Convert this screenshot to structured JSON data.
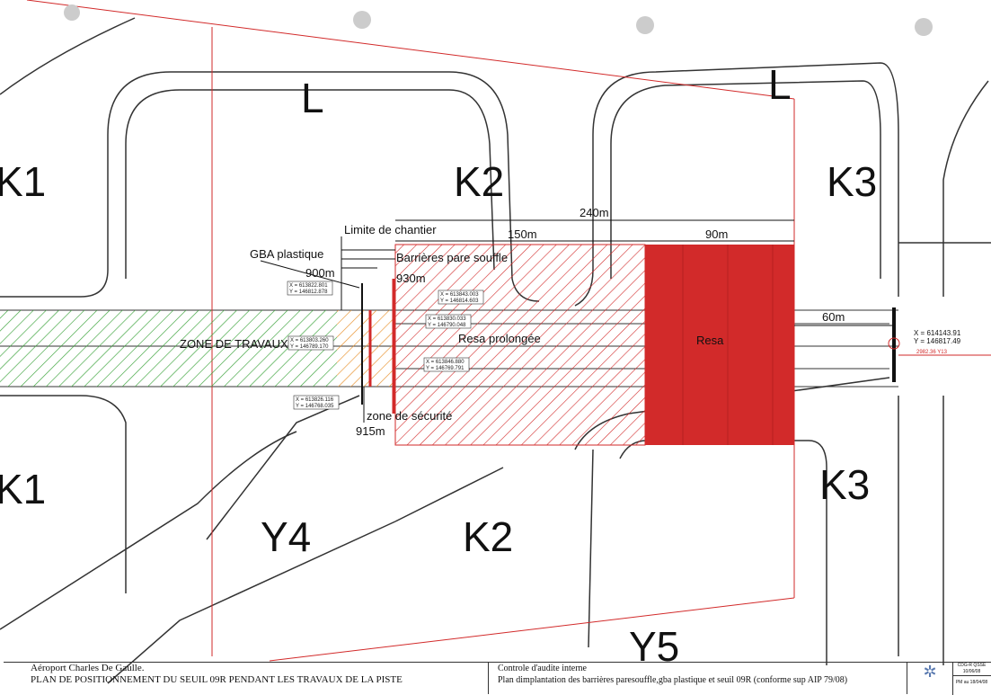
{
  "zones": {
    "top_left": "L",
    "top_right": "L",
    "k1_top": "K1",
    "k2_top": "K2",
    "k3_top": "K3",
    "k1_bottom": "K1",
    "y4": "Y4",
    "k2_bottom": "K2",
    "k3_bottom": "K3",
    "y5": "Y5"
  },
  "labels": {
    "dist_240": "240m",
    "dist_150": "150m",
    "dist_90": "90m",
    "dist_60": "60m",
    "dist_900": "900m",
    "dist_930": "930m",
    "dist_915": "915m",
    "limite": "Limite de chantier",
    "gba": "GBA plastique",
    "barrieres": "Barrières pare souffle",
    "zone_travaux": "ZONE DE TRAVAUX",
    "resa_prolongee": "Resa prolongée",
    "resa": "Resa",
    "zone_securite": "zone de sécurité"
  },
  "coordinates": [
    {
      "x": "X = 613822.801",
      "y": "Y = 146812.878"
    },
    {
      "x": "X = 613843.003",
      "y": "Y = 146814.603"
    },
    {
      "x": "X = 613830.033",
      "y": "Y = 146790.048"
    },
    {
      "x": "X = 613803.260",
      "y": "Y = 146789.170"
    },
    {
      "x": "X = 613846.880",
      "y": "Y = 146769.791"
    },
    {
      "x": "X = 613826.116",
      "y": "Y = 146768.035"
    }
  ],
  "threshold": {
    "x": "X = 614143.91",
    "y": "Y = 146817.49",
    "ref": "2982.36 Y13"
  },
  "title_block": {
    "line1": "Aéroport Charles De Gaulle.",
    "line2": "PLAN DE POSITIONNEMENT DU SEUIL 09R PENDANT LES TRAVAUX DE LA PISTE",
    "line3": "Controle d'audite interne",
    "line4": "Plan dimplantation des barrières paresouffle,gba plastique et seuil 09R (conforme sup AIP 79/08)",
    "ref1": "CDG-R QSSE",
    "ref2": "10/06/08",
    "ref3": "PM au 18/04/08"
  },
  "colors": {
    "red": "#d22a2a",
    "green": "#3aa23a",
    "orange": "#e8902a"
  }
}
